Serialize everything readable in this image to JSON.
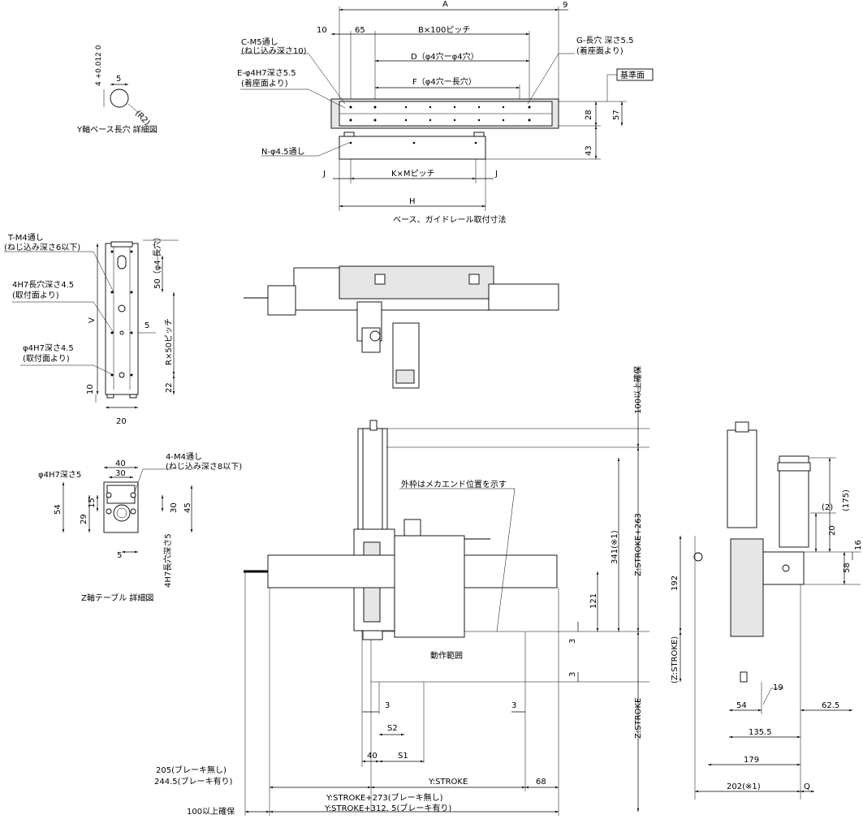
{
  "labels": {
    "A": "A",
    "d9": "9",
    "d10": "10",
    "d65": "65",
    "B_pitch": "B×100ピッチ",
    "C_M5": "C-M5通し",
    "C_M5_sub": "(ねじ込み深さ10)",
    "D_holes": "D（φ4穴ーφ4穴）",
    "G_slot": "G-長穴 深さ5.5",
    "G_slot_sub": "(着座面より)",
    "E_phi": "E-φ4H7深さ5.5",
    "E_phi_sub": "(着座面より)",
    "F_holes": "F（φ4穴ー長穴）",
    "datum": "基準面",
    "d28": "28",
    "d57": "57",
    "d43": "43",
    "N_phi": "N-φ4.5通し",
    "J_left": "J",
    "J_right": "J",
    "K_pitch": "K×Mピッチ",
    "H": "H",
    "base_caption": "ベース、ガイドレール取付寸法",
    "ybase_tol": "4 +0.012 0",
    "ybase_5": "5",
    "ybase_R2": "(R2)",
    "ybase_caption": "Y軸ベース長穴 詳細図",
    "T_M4": "T-M4通し",
    "T_M4_sub": "(ねじ込み深さ6以下)",
    "slot4H7": "4H7長穴深さ4.5",
    "slot4H7_sub": "(取付面より)",
    "phi4H7": "φ4H7深さ4.5",
    "phi4H7_sub": "(取付面より)",
    "V": "V",
    "d50": "50（φ4-長穴）",
    "d5a": "5",
    "R_pitch": "R×50ピッチ",
    "d22": "22",
    "d10b": "10",
    "d20": "20",
    "z_40": "40",
    "z_30": "30",
    "z_phi4H7": "φ4H7深さ5",
    "z_M4": "4-M4通し",
    "z_M4_sub": "(ねじ込み深さ8以下)",
    "z_54": "54",
    "z_29": "29",
    "z_15": "15",
    "z_30b": "30",
    "z_45": "45",
    "z_5": "5",
    "z_slot": "4H7長穴深さ5",
    "z_caption": "Z軸テーブル 詳細図",
    "d100_top": "100以上確保",
    "frame_note": "外枠はメカエンド位置を示す",
    "z_263": "Z:STROKE+263",
    "d341": "341(※1)",
    "d121": "121",
    "d3a": "3",
    "d3b": "3",
    "work_area": "動作範囲",
    "z_stroke": "Z:STROKE",
    "d3c": "3",
    "d3d": "3",
    "S2": "S2",
    "d40": "40",
    "S1": "S1",
    "d205": "205(ブレーキ無し)",
    "d2445": "244.5(ブレーキ有り)",
    "y_stroke": "Y:STROKE",
    "d68": "68",
    "y_273": "Y:STROKE+273(ブレーキ無し)",
    "y_3125": "Y:STROKE+312. 5(ブレーキ有り)",
    "d100_bot": "100以上確保",
    "s_2": "(2)",
    "s_175": "(175)",
    "s_20": "20",
    "s_16": "16",
    "s_58": "58",
    "s_192": "192",
    "s_zstroke": "(Z:STROKE)",
    "s_19": "19",
    "s_54": "54",
    "s_625": "62.5",
    "s_1355": "135.5",
    "s_179": "179",
    "s_202": "202(※1)",
    "s_Q": "Q"
  }
}
